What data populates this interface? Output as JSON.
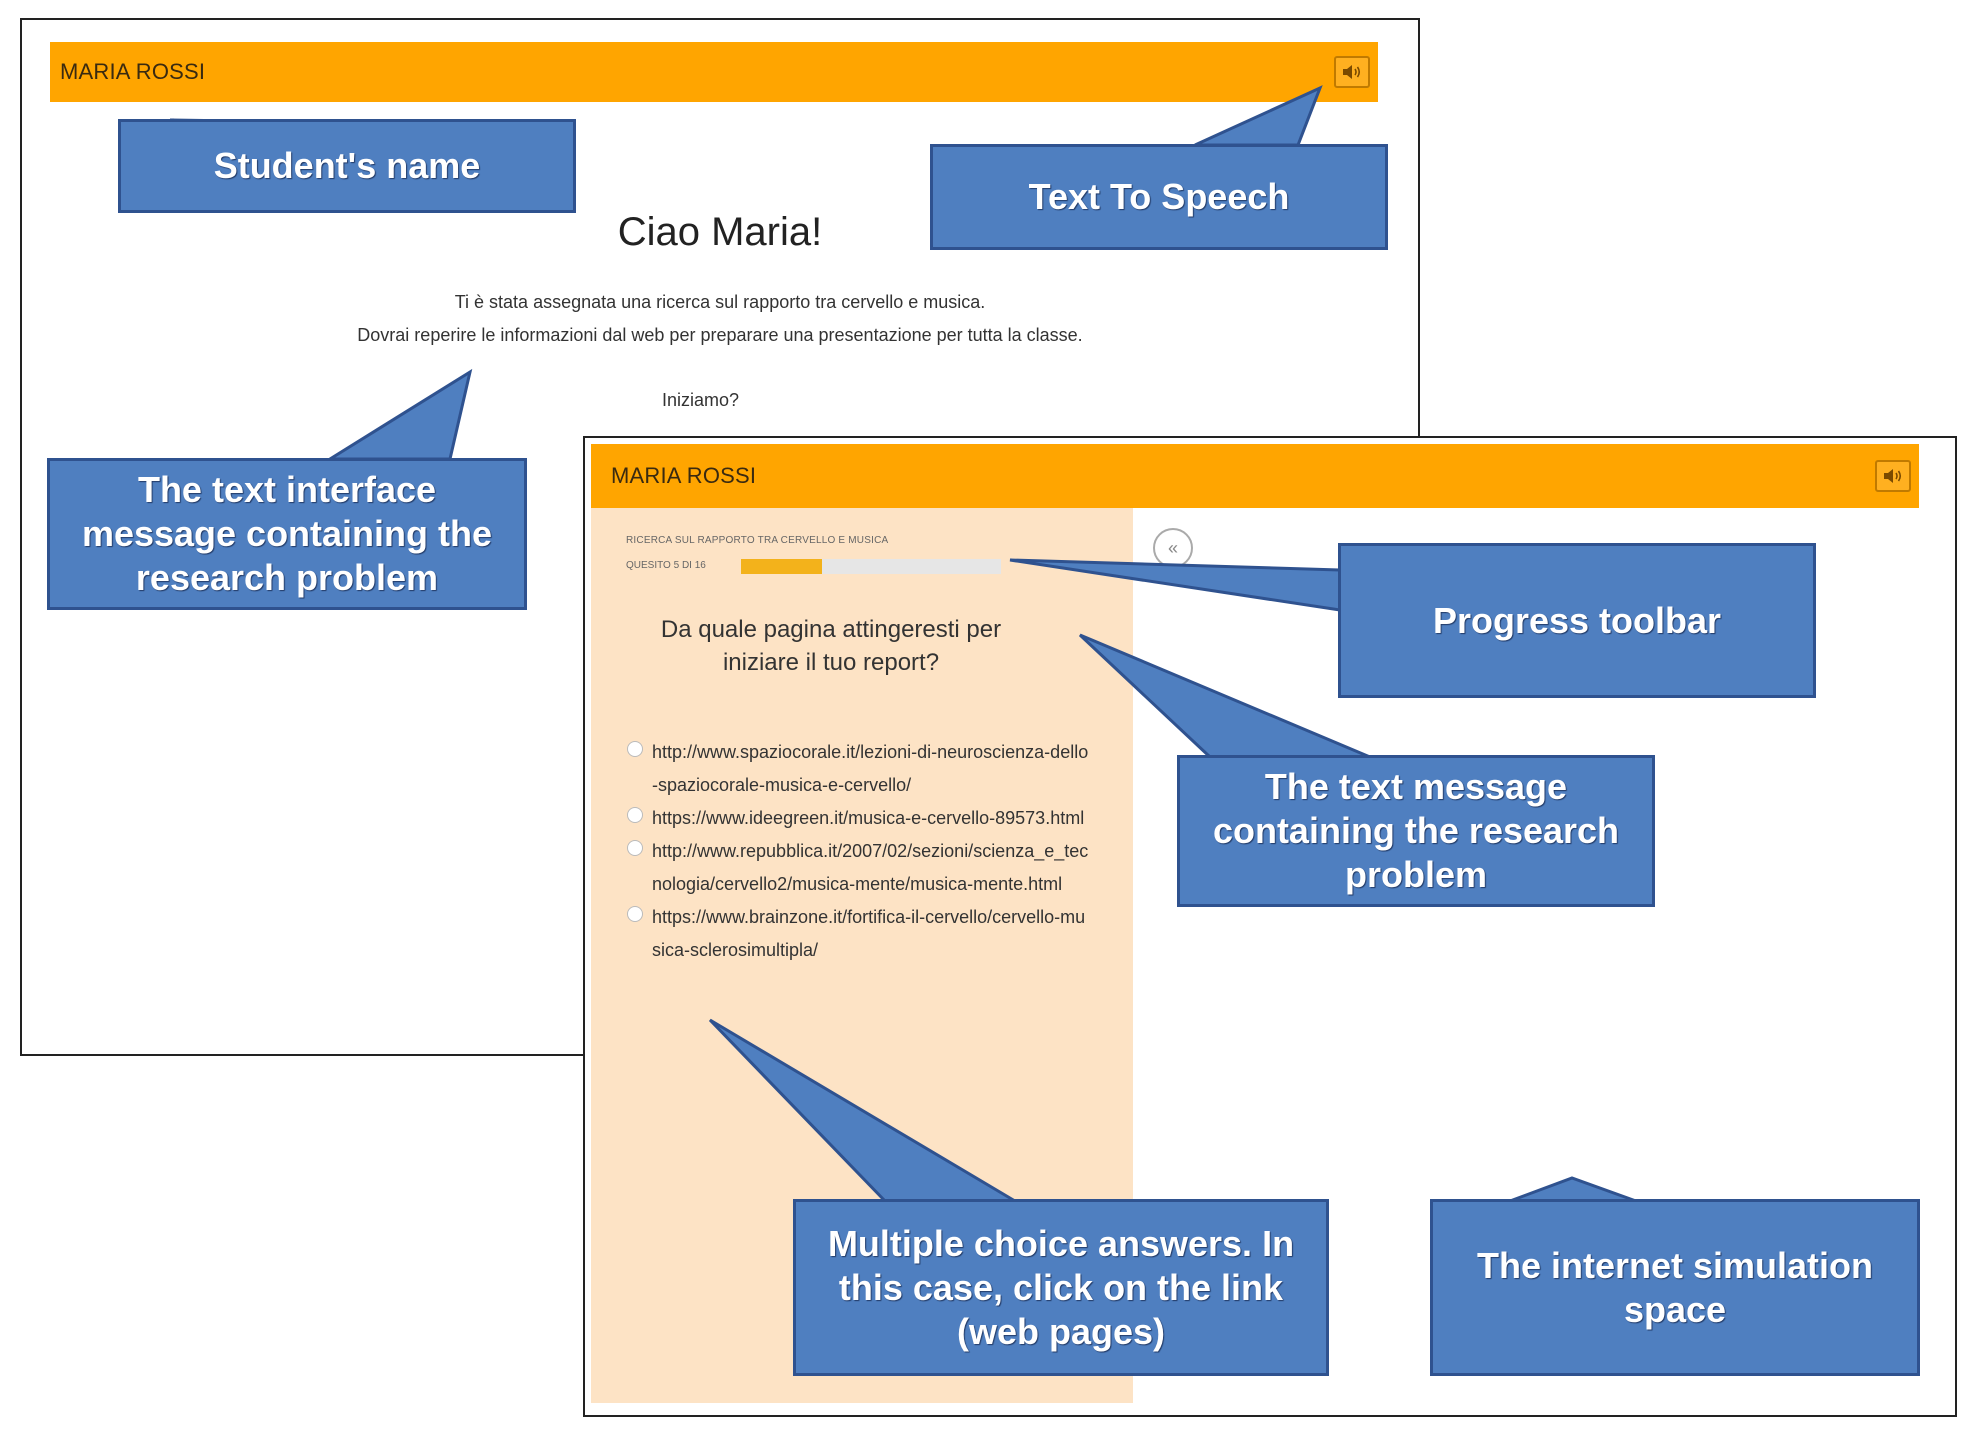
{
  "screen1": {
    "student_name": "MARIA ROSSI",
    "greeting": "Ciao Maria!",
    "intro_line_1": "Ti è stata assegnata una ricerca sul rapporto tra cervello e musica.",
    "intro_line_2": "Dovrai reperire le informazioni dal web per preparare una presentazione per tutta la classe.",
    "start_prompt": "Iniziamo?",
    "tts_icon": "speaker-icon"
  },
  "screen2": {
    "student_name": "MARIA ROSSI",
    "research_title": "RICERCA SUL RAPPORTO TRA CERVELLO E MUSICA",
    "question_counter": "QUESITO 5 DI 16",
    "progress": {
      "current": 5,
      "total": 16,
      "fraction": 0.3125
    },
    "question": "Da quale pagina attingeresti per iniziare il tuo report?",
    "answers": [
      "http://www.spaziocorale.it/lezioni-di-neuroscienza-dello-spaziocorale-musica-e-cervello/",
      "https://www.ideegreen.it/musica-e-cervello-89573.html",
      "http://www.repubblica.it/2007/02/sezioni/scienza_e_tecnologia/cervello2/musica-mente/musica-mente.html",
      "https://www.brainzone.it/fortifica-il-cervello/cervello-musica-sclerosimultipla/"
    ],
    "back_icon": "double-chevron-left-icon",
    "back_label": "«",
    "tts_icon": "speaker-icon"
  },
  "callouts": {
    "student_name": "Student's name",
    "text_to_speech": "Text To Speech",
    "text_interface_message": "The text interface message containing the research problem",
    "progress_toolbar": "Progress toolbar",
    "text_message": "The text message containing the research problem",
    "multiple_choice": "Multiple choice answers. In this case, click on the link (web pages)",
    "internet_simulation": "The internet simulation space"
  },
  "colors": {
    "header": "#ffa500",
    "left_panel": "#fde3c5",
    "progress_fill": "#f3b21b",
    "callout_fill": "#4f7fc0",
    "callout_border": "#2f528f"
  }
}
